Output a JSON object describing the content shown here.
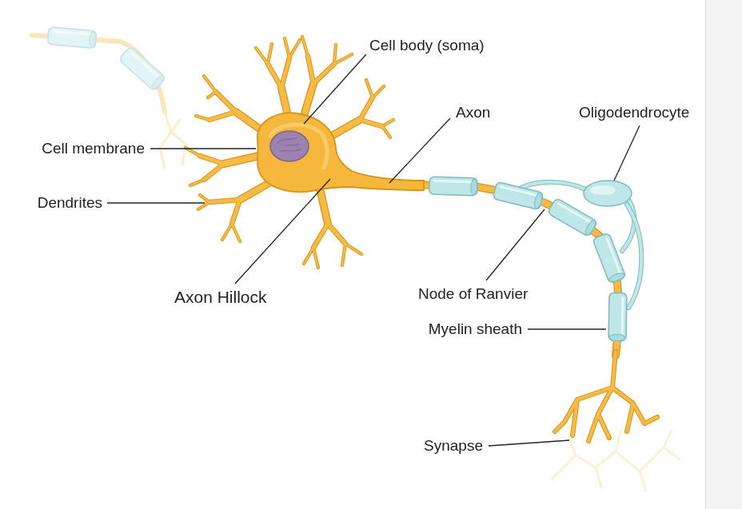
{
  "diagram": {
    "labels": [
      "Cell body (soma)",
      "Axon",
      "Oligodendrocyte",
      "Cell membrane",
      "Dendrites",
      "Axon Hillock",
      "Node of Ranvier",
      "Myelin sheath",
      "Synapse"
    ]
  }
}
